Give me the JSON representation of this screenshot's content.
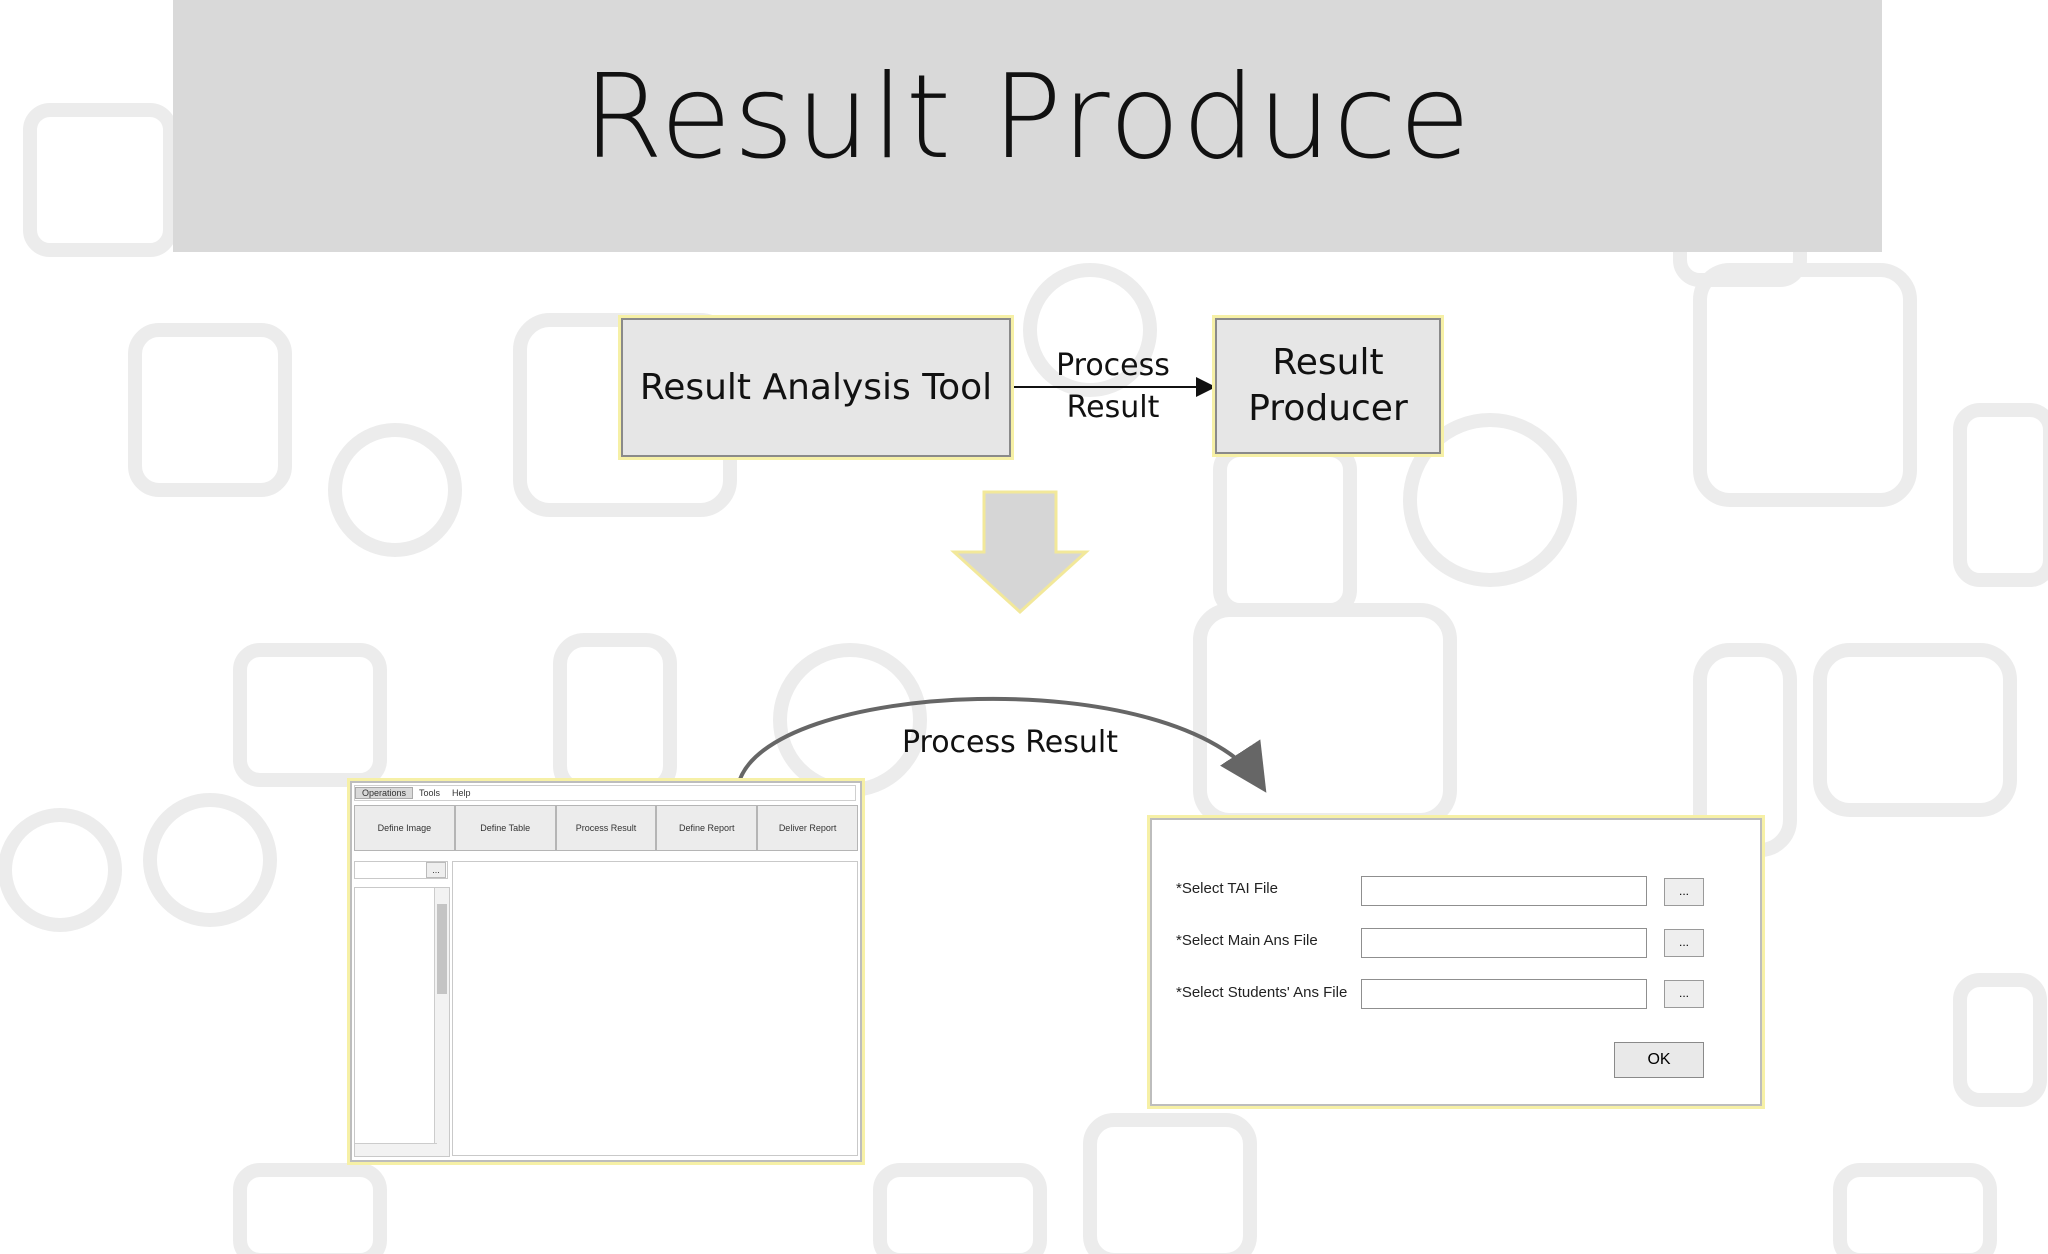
{
  "slide": {
    "title": "Result Produce"
  },
  "nodes": {
    "analysis_tool": "Result Analysis Tool",
    "producer_line1": "Result",
    "producer_line2": "Producer"
  },
  "edges": {
    "top_label_line1": "Process",
    "top_label_line2": "Result",
    "curve_label": "Process Result"
  },
  "app_mock": {
    "menu": [
      "Operations",
      "Tools",
      "Help"
    ],
    "toolbar": [
      "Define Image",
      "Define Table",
      "Process Result",
      "Define Report",
      "Deliver Report"
    ],
    "side_button": "..."
  },
  "dialog_mock": {
    "rows": [
      {
        "label": "*Select TAI File",
        "value": "",
        "browse": "..."
      },
      {
        "label": "*Select Main Ans File",
        "value": "",
        "browse": "..."
      },
      {
        "label": "*Select Students' Ans File",
        "value": "",
        "browse": "..."
      }
    ],
    "ok_label": "OK"
  },
  "colors": {
    "title_band": "#d9d9d9",
    "box_fill": "#e6e6e6",
    "highlight": "#f6f0a6",
    "arrow_fill": "#d6d6d6"
  }
}
